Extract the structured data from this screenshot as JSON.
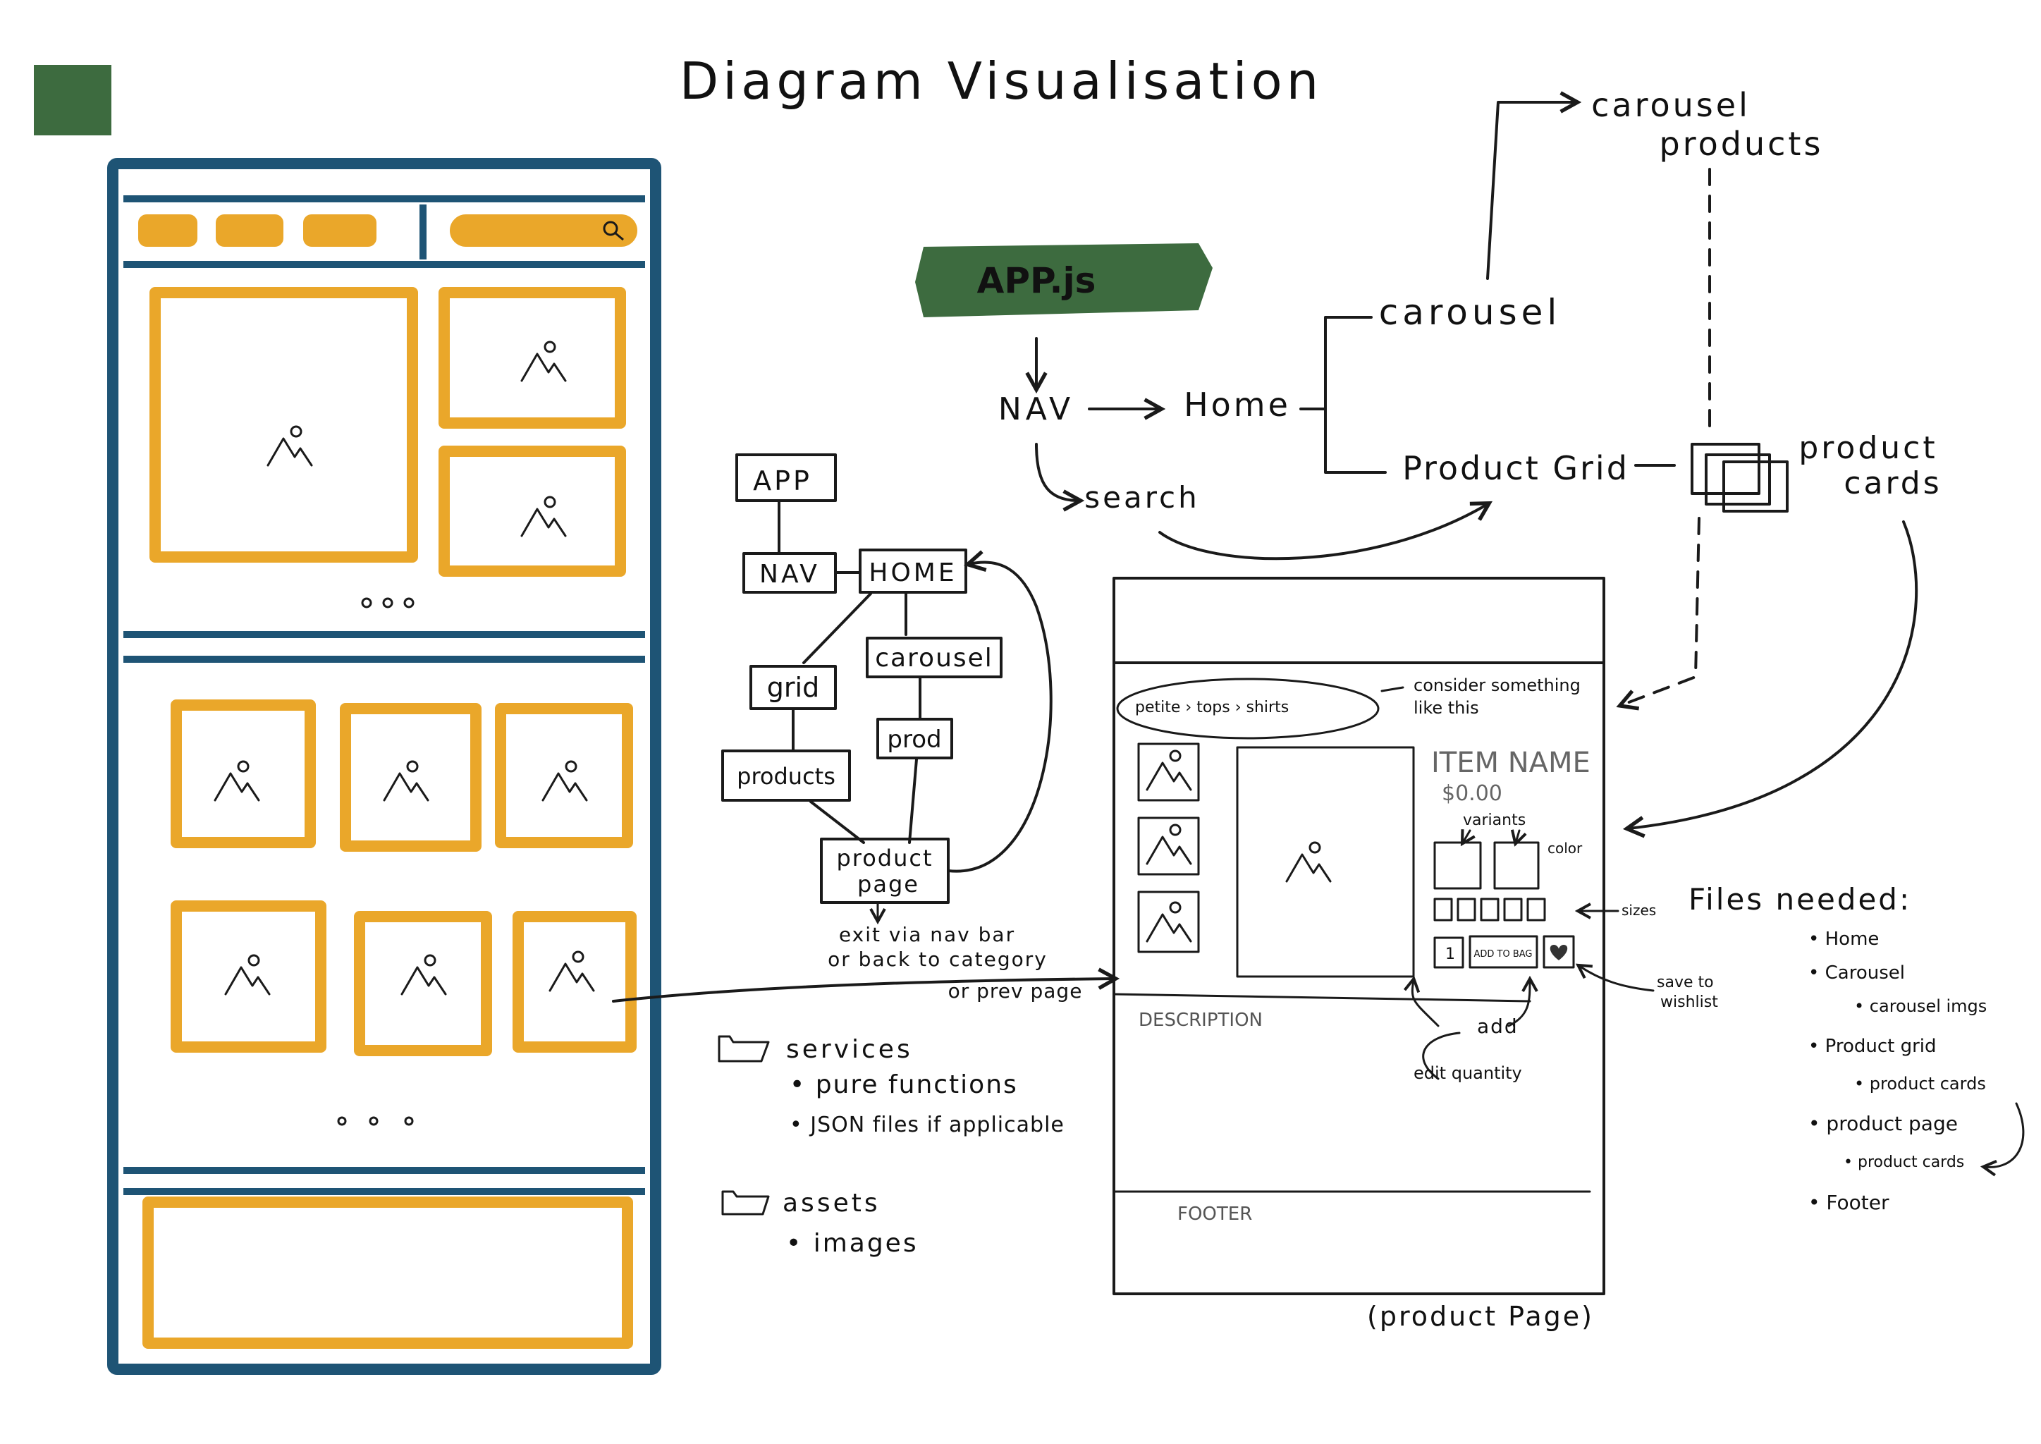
{
  "title": "Diagram Visualisation",
  "colors": {
    "logo": "#3d6b3f",
    "frame_blue": "#1e5475",
    "highlight_orange": "#eaa72a",
    "ink": "#1a1a1a"
  },
  "flow": {
    "app": "APP.js",
    "nav": "NAV",
    "home": "Home",
    "search": "search",
    "carousel": "carousel",
    "carousel_products_1": "carousel",
    "carousel_products_2": "products",
    "product_grid": "Product Grid",
    "product_cards_1": "product",
    "product_cards_2": "cards"
  },
  "tree": {
    "app": "APP",
    "nav": "NAV",
    "home": "HOME",
    "grid": "grid",
    "carousel": "carousel",
    "products": "products",
    "prod": "prod",
    "product_page_1": "product",
    "product_page_2": "page",
    "exit_1": "exit via nav bar",
    "exit_2": "or back to category",
    "exit_3": "or prev page"
  },
  "folders": {
    "services": "services",
    "services_items": [
      "pure functions",
      "JSON files if applicable"
    ],
    "assets": "assets",
    "assets_items": [
      "images"
    ]
  },
  "product_page": {
    "breadcrumb": [
      "petite",
      "tops",
      "shirts"
    ],
    "consider": [
      "consider something",
      "like this"
    ],
    "item_name": "ITEM NAME",
    "price": "$0.00",
    "variants": "variants",
    "color": "color",
    "sizes": "sizes",
    "qty": "1",
    "add_to_bag": "ADD TO BAG",
    "save_to_wishlist": [
      "save to",
      "wishlist"
    ],
    "add": "add",
    "edit_quantity": "edit quantity",
    "description": "DESCRIPTION",
    "footer": "FOOTER",
    "caption": "(product Page)"
  },
  "files_needed": {
    "heading": "Files needed:",
    "items": [
      {
        "name": "Home",
        "sub": []
      },
      {
        "name": "Carousel",
        "sub": [
          "carousel imgs"
        ]
      },
      {
        "name": "Product grid",
        "sub": [
          "product cards"
        ]
      },
      {
        "name": "product page",
        "sub": [
          "product cards"
        ]
      },
      {
        "name": "Footer",
        "sub": []
      }
    ]
  }
}
